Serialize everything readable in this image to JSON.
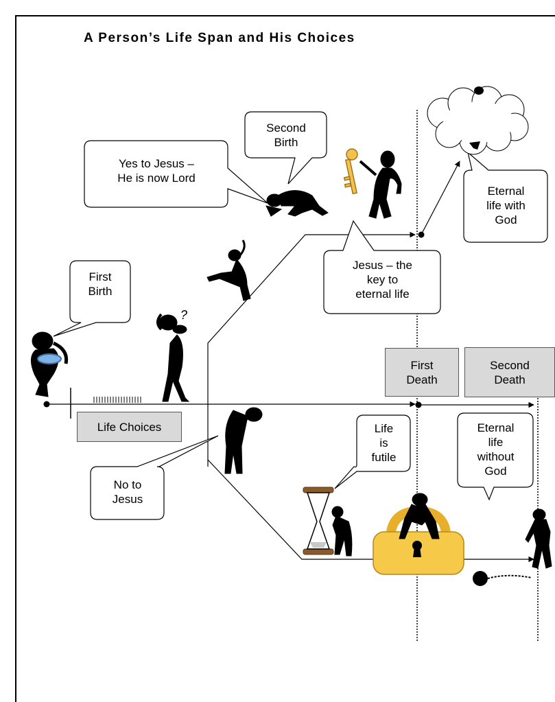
{
  "title": "A Person’s Life Span and His Choices",
  "bubbles": {
    "first_birth": [
      "First",
      "Birth"
    ],
    "second_birth": [
      "Second",
      "Birth"
    ],
    "yes_to_jesus": [
      "Yes to Jesus –",
      "He is now Lord"
    ],
    "jesus_key": [
      "Jesus – the",
      "key to",
      "eternal life"
    ],
    "eternal_with_god": [
      "Eternal",
      "life with",
      "God"
    ],
    "no_to_jesus": [
      "No to",
      "Jesus"
    ],
    "life_futile": [
      "Life",
      "is",
      "futile"
    ],
    "eternal_without_god": [
      "Eternal",
      "life",
      "without",
      "God"
    ]
  },
  "boxes": {
    "life_choices": "Life Choices",
    "first_death": [
      "First",
      "Death"
    ],
    "second_death": [
      "Second",
      "Death"
    ]
  },
  "glyphs": {
    "question_mark": "?"
  },
  "colors": {
    "box_fill": "#d9d9d9",
    "key_gold": "#f2c14e",
    "lock_gold": "#f7c948",
    "hourglass_wood": "#8b5a2b",
    "baby_blanket": "#7fb3e6"
  }
}
